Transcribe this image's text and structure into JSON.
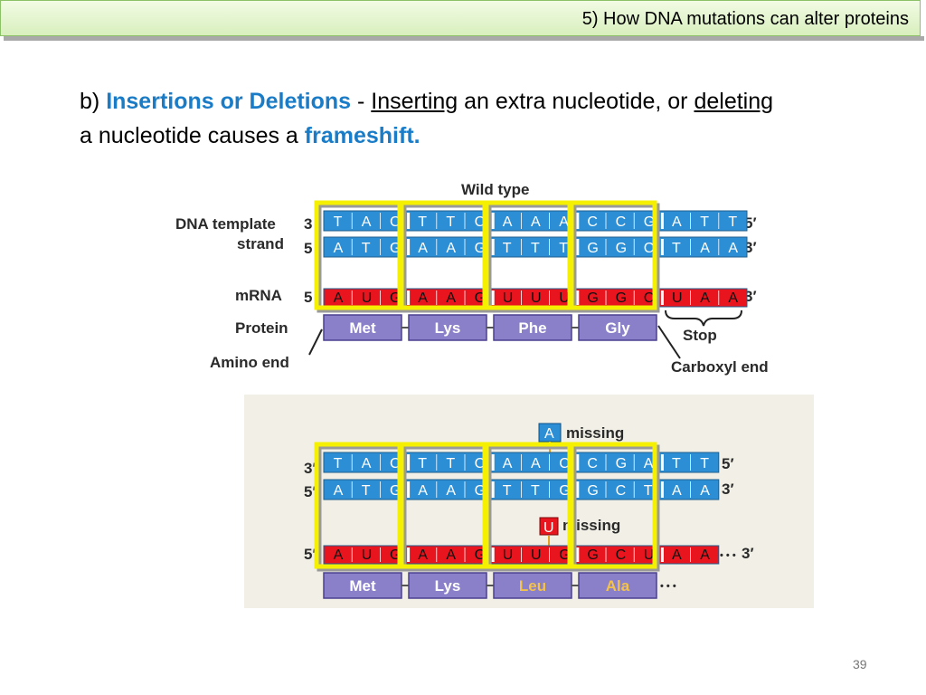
{
  "slide_title": "5) How DNA mutations can alter proteins",
  "bullet": {
    "prefix": "b) ",
    "term": "Insertions or Deletions",
    "dash": " - ",
    "inserting": "Inserting",
    "middle1": " an extra nucleotide, or ",
    "deleting": "deleting",
    "middle2": "a nucleotide causes a ",
    "frameshift": "frameshift."
  },
  "page_number": "39",
  "wild": {
    "title": "Wild type",
    "dna_label_1": "DNA template",
    "dna_label_2": "strand",
    "mrna_label": "mRNA",
    "protein_label": "Protein",
    "amino_label": "Amino end",
    "stop_label": "Stop",
    "carboxyl_label": "Carboxyl end",
    "end_3": "3",
    "end_5": "5",
    "end_3p": "3′",
    "end_5p": "5′",
    "template": [
      "T",
      "A",
      "C",
      "T",
      "T",
      "C",
      "A",
      "A",
      "A",
      "C",
      "C",
      "G",
      "A",
      "T",
      "T"
    ],
    "coding": [
      "A",
      "T",
      "G",
      "A",
      "A",
      "G",
      "T",
      "T",
      "T",
      "G",
      "G",
      "C",
      "T",
      "A",
      "A"
    ],
    "mrna": [
      "A",
      "U",
      "G",
      "A",
      "A",
      "G",
      "U",
      "U",
      "U",
      "G",
      "G",
      "C",
      "U",
      "A",
      "A"
    ],
    "protein": [
      "Met",
      "Lys",
      "Phe",
      "Gly"
    ]
  },
  "mutant": {
    "missing_a_letter": "A",
    "missing_label": "missing",
    "missing_u_letter": "U",
    "missing_label_2": "missing",
    "end_3p": "3′",
    "end_5p": "5′",
    "dots": "• • •",
    "template": [
      "T",
      "A",
      "C",
      "T",
      "T",
      "C",
      "A",
      "A",
      "C",
      "C",
      "G",
      "A",
      "T",
      "T"
    ],
    "coding": [
      "A",
      "T",
      "G",
      "A",
      "A",
      "G",
      "T",
      "T",
      "G",
      "G",
      "C",
      "T",
      "A",
      "A"
    ],
    "mrna": [
      "A",
      "U",
      "G",
      "A",
      "A",
      "G",
      "U",
      "U",
      "G",
      "G",
      "C",
      "U",
      "A",
      "A"
    ],
    "protein": [
      "Met",
      "Lys",
      "Leu",
      "Ala"
    ]
  },
  "colors": {
    "dna_blue": "#2c8fd6",
    "mrna_red": "#e8141e",
    "protein_purple": "#8a7fc9",
    "codon_box_yellow": "#f5f000",
    "mutant_panel_bg": "#f2f0e6"
  }
}
